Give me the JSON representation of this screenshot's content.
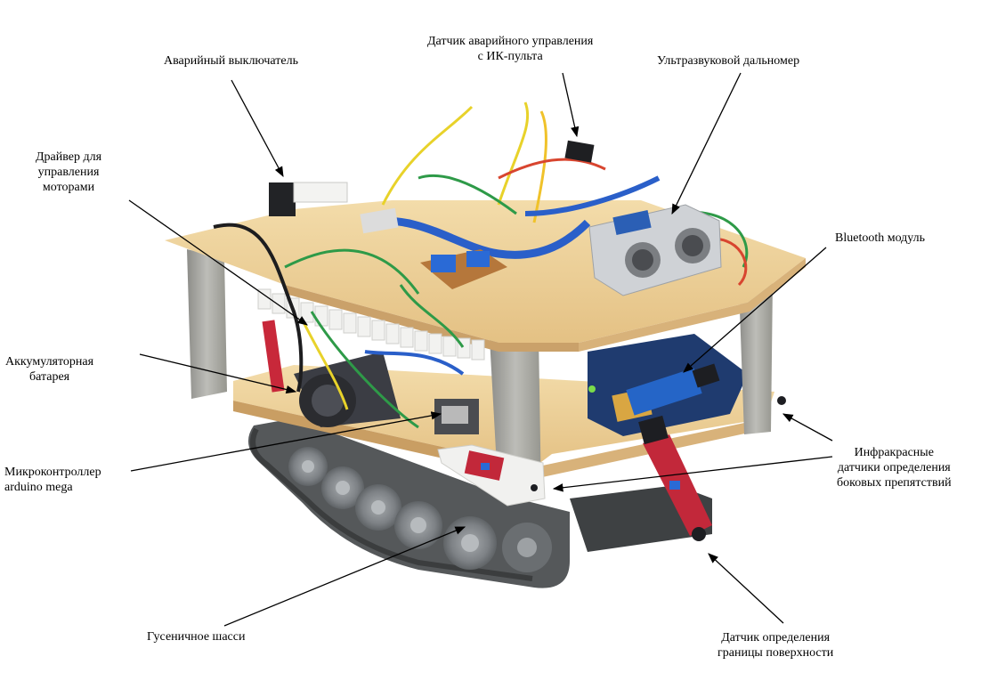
{
  "labels": {
    "emergency_switch": [
      "Аварийный выключатель"
    ],
    "ir_remote_sensor": [
      "Датчик аварийного управления",
      "с ИК-пульта"
    ],
    "ultrasonic": [
      "Ультразвуковой дальномер"
    ],
    "motor_driver": [
      "Драйвер для",
      "управления",
      "моторами"
    ],
    "bluetooth": [
      "Bluetooth модуль"
    ],
    "battery": [
      "Аккумуляторная",
      "батарея"
    ],
    "microcontroller": [
      "Микроконтроллер",
      "arduino mega"
    ],
    "side_ir_sensors": [
      "Инфракрасные",
      "датчики определения",
      "боковых препятствий"
    ],
    "tracked_chassis": [
      "Гусеничное шасси"
    ],
    "surface_edge_sensor": [
      "Датчик определения",
      "границы поверхности"
    ]
  },
  "colors": {
    "plywood": "#e8c98e",
    "plywood_edge": "#d4a96a",
    "metal": "#a9a9a5",
    "track": "#4e5152",
    "wheel": "#8a8e92",
    "cable_blue": "#2a5fc9",
    "pcb_red": "#c2283a",
    "wire_yellow": "#e8d22a",
    "wire_green": "#2e9a48"
  }
}
